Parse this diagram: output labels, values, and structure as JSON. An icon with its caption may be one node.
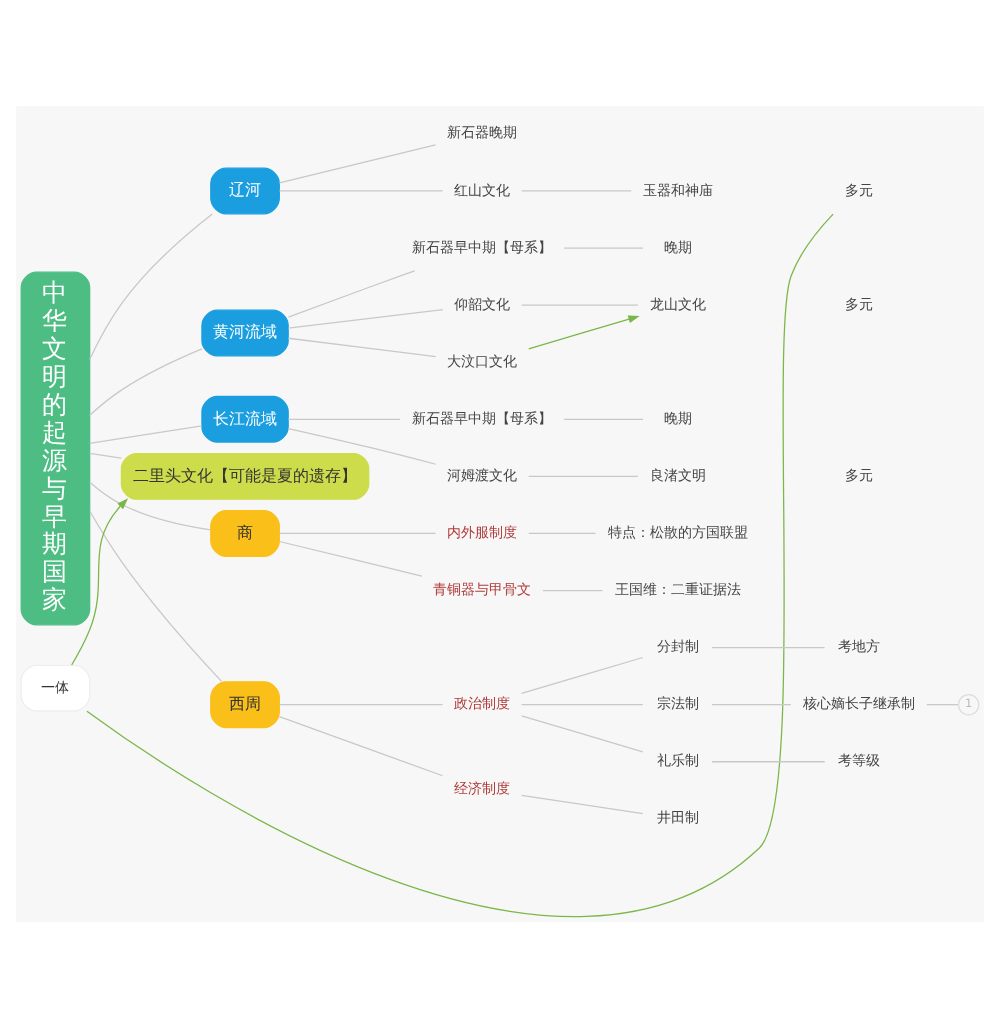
{
  "diagram": {
    "nodes": [
      {
        "text": [
          "中华文明的起源与早期国家"
        ]
      },
      {
        "text": [
          "辽河"
        ]
      },
      {
        "text": [
          "新石器晚期"
        ]
      },
      {
        "text": [
          "红山文化"
        ]
      },
      {
        "text": [
          "玉器和神庙"
        ]
      },
      {
        "text": [
          "多元"
        ]
      },
      {
        "text": [
          "黄河流域"
        ]
      },
      {
        "text": [
          "新石器早中期【母系】"
        ]
      },
      {
        "text": [
          "晚期"
        ]
      },
      {
        "text": [
          "仰韶文化"
        ]
      },
      {
        "text": [
          "龙山文化"
        ]
      },
      {
        "text": [
          "大汶口文化"
        ]
      },
      {
        "text": [
          "多元"
        ]
      },
      {
        "text": [
          "长江流域"
        ]
      },
      {
        "text": [
          "新石器早中期【母系】"
        ]
      },
      {
        "text": [
          "晚期"
        ]
      },
      {
        "text": [
          "河姆渡文化"
        ]
      },
      {
        "text": [
          "良渚文明"
        ]
      },
      {
        "text": [
          "多元"
        ]
      },
      {
        "text": [
          "二里头文化【可能是夏的遗存】"
        ]
      },
      {
        "text": [
          "一体"
        ]
      },
      {
        "text": [
          "商"
        ]
      },
      {
        "text": [
          "内外服制度"
        ]
      },
      {
        "text": [
          "特点：松散的方国联盟"
        ]
      },
      {
        "text": [
          "青铜器与甲骨文"
        ]
      },
      {
        "text": [
          "王国维：二重证据法"
        ]
      },
      {
        "text": [
          "西周"
        ]
      },
      {
        "text": [
          "政治制度"
        ]
      },
      {
        "text": [
          "分封制"
        ]
      },
      {
        "text": [
          "考地方"
        ]
      },
      {
        "text": [
          "宗法制"
        ]
      },
      {
        "text": [
          "核心嫡长子继承制"
        ]
      },
      {
        "text": [
          "礼乐制"
        ]
      },
      {
        "text": [
          "考等级"
        ]
      },
      {
        "text": [
          "经济制度"
        ]
      },
      {
        "text": [
          "井田制"
        ]
      },
      {
        "text": [
          "1"
        ]
      }
    ],
    "edges": [
      {
        "from": 0,
        "to": 1,
        "arrow": "none"
      },
      {
        "from": 1,
        "to": 2,
        "arrow": "none"
      },
      {
        "from": 1,
        "to": 3,
        "arrow": "none"
      },
      {
        "from": 3,
        "to": 4,
        "arrow": "none"
      },
      {
        "from": 0,
        "to": 6,
        "arrow": "none"
      },
      {
        "from": 6,
        "to": 7,
        "arrow": "none"
      },
      {
        "from": 7,
        "to": 8,
        "arrow": "none"
      },
      {
        "from": 6,
        "to": 9,
        "arrow": "none"
      },
      {
        "from": 9,
        "to": 10,
        "arrow": "none"
      },
      {
        "from": 6,
        "to": 11,
        "arrow": "none"
      },
      {
        "from": 11,
        "to": 10,
        "arrow": "to",
        "color": "#7ab648"
      },
      {
        "from": 0,
        "to": 13,
        "arrow": "none"
      },
      {
        "from": 13,
        "to": 14,
        "arrow": "none"
      },
      {
        "from": 14,
        "to": 15,
        "arrow": "none"
      },
      {
        "from": 13,
        "to": 16,
        "arrow": "none"
      },
      {
        "from": 16,
        "to": 17,
        "arrow": "none"
      },
      {
        "from": 0,
        "to": 19,
        "arrow": "none"
      },
      {
        "from": 5,
        "to": 20,
        "arrow": "none",
        "color": "#7ab648"
      },
      {
        "from": 20,
        "to": 19,
        "arrow": "to",
        "color": "#7ab648"
      },
      {
        "from": 0,
        "to": 21,
        "arrow": "none"
      },
      {
        "from": 21,
        "to": 22,
        "arrow": "none"
      },
      {
        "from": 22,
        "to": 23,
        "arrow": "none"
      },
      {
        "from": 21,
        "to": 24,
        "arrow": "none"
      },
      {
        "from": 24,
        "to": 25,
        "arrow": "none"
      },
      {
        "from": 0,
        "to": 26,
        "arrow": "none"
      },
      {
        "from": 26,
        "to": 27,
        "arrow": "none"
      },
      {
        "from": 27,
        "to": 28,
        "arrow": "none"
      },
      {
        "from": 28,
        "to": 29,
        "arrow": "none"
      },
      {
        "from": 27,
        "to": 30,
        "arrow": "none"
      },
      {
        "from": 30,
        "to": 31,
        "arrow": "none"
      },
      {
        "from": 27,
        "to": 32,
        "arrow": "none"
      },
      {
        "from": 32,
        "to": 33,
        "arrow": "none"
      },
      {
        "from": 26,
        "to": 34,
        "arrow": "none"
      },
      {
        "from": 34,
        "to": 35,
        "arrow": "none"
      },
      {
        "from": 31,
        "to": 36,
        "arrow": "none"
      }
    ]
  }
}
